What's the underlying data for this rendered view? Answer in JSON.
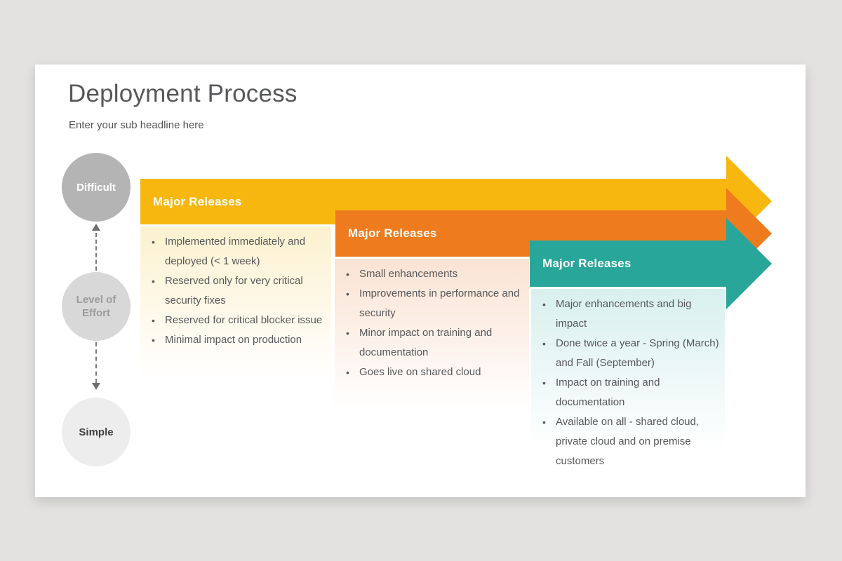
{
  "background_color": "#e3e2e1",
  "slide": {
    "title": "Deployment Process",
    "subtitle": "Enter your sub headline here"
  },
  "effort_scale": {
    "levels": [
      {
        "label": "Difficult",
        "color": "#b4b4b4",
        "text_color": "#ffffff"
      },
      {
        "label": "Level of Effort",
        "color": "#d8d8d8",
        "text_color": "#9b9b9b"
      },
      {
        "label": "Simple",
        "color": "#ededed",
        "text_color": "#404040"
      }
    ],
    "connector_color": "#7b7b7b"
  },
  "arrows": [
    {
      "label": "Major Releases",
      "color": "#f8b70f",
      "tint": "#fcf1cf",
      "bullets": [
        "Implemented immediately and deployed (< 1 week)",
        "Reserved only for very critical security fixes",
        "Reserved for critical blocker issue",
        "Minimal impact on production"
      ]
    },
    {
      "label": "Major Releases",
      "color": "#ee7b1d",
      "tint": "#fae3d3",
      "bullets": [
        "Small enhancements",
        "Improvements in performance and security",
        "Minor impact on training and documentation",
        "Goes live on shared cloud"
      ]
    },
    {
      "label": "Major Releases",
      "color": "#29a69a",
      "tint": "#d8f0ee",
      "bullets": [
        "Major enhancements and big impact",
        "Done twice a year - Spring (March) and Fall (September)",
        "Impact on training and documentation",
        "Available on all - shared cloud, private cloud and on premise customers"
      ]
    }
  ]
}
